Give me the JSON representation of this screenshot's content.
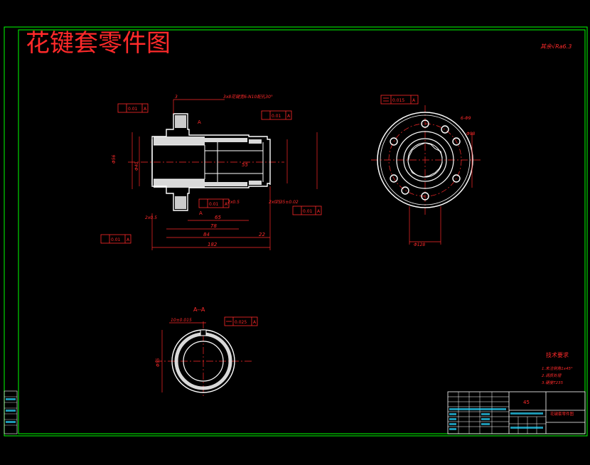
{
  "title": "花键套零件图",
  "roughness_note": "其余√Ra6.3",
  "section_label": "A--A",
  "section_marker": "A",
  "tech_requirements": {
    "heading": "技术要求",
    "items": [
      "1.未注倒角1x45°",
      "2.调质处理",
      "3.硬度T235"
    ]
  },
  "dimensions": {
    "overall_length": "182",
    "length_84": "84",
    "length_78": "78",
    "length_65": "65",
    "length_22": "22",
    "dia_55": "55",
    "spline_callout": "3x8花键宽6-N10配孔30°",
    "dim_3": "3",
    "chamfer_2x05": "2x0.5",
    "chamfer_2x05b": "2x0.5",
    "chamfer_2x05c": "2x0.5",
    "tol_735": "7.35±0.02",
    "left_dia": "Φ56",
    "bore_dia": "Φ40",
    "hole_6x": "6-Φ9",
    "pcd": "Φ98",
    "flange_dia": "Φ128",
    "keyway_width": "10±0.015",
    "ring_dia": "Φ55"
  },
  "gdt": {
    "runout_1": "0.01",
    "runout_2": "0.01",
    "runout_3": "0.01",
    "runout_4": "0.01",
    "runout_5": "0.01",
    "parallel_1": "0.015",
    "symmetry_1": "0.025",
    "datum": "A"
  },
  "title_block": {
    "material": "45",
    "drawing_name": "花键套零件图"
  },
  "colors": {
    "background": "#000000",
    "frame": "#00ff00",
    "drawing": "#ffffff",
    "annotation": "#ff2a2a",
    "title_block_text": "#2ad7ff"
  }
}
